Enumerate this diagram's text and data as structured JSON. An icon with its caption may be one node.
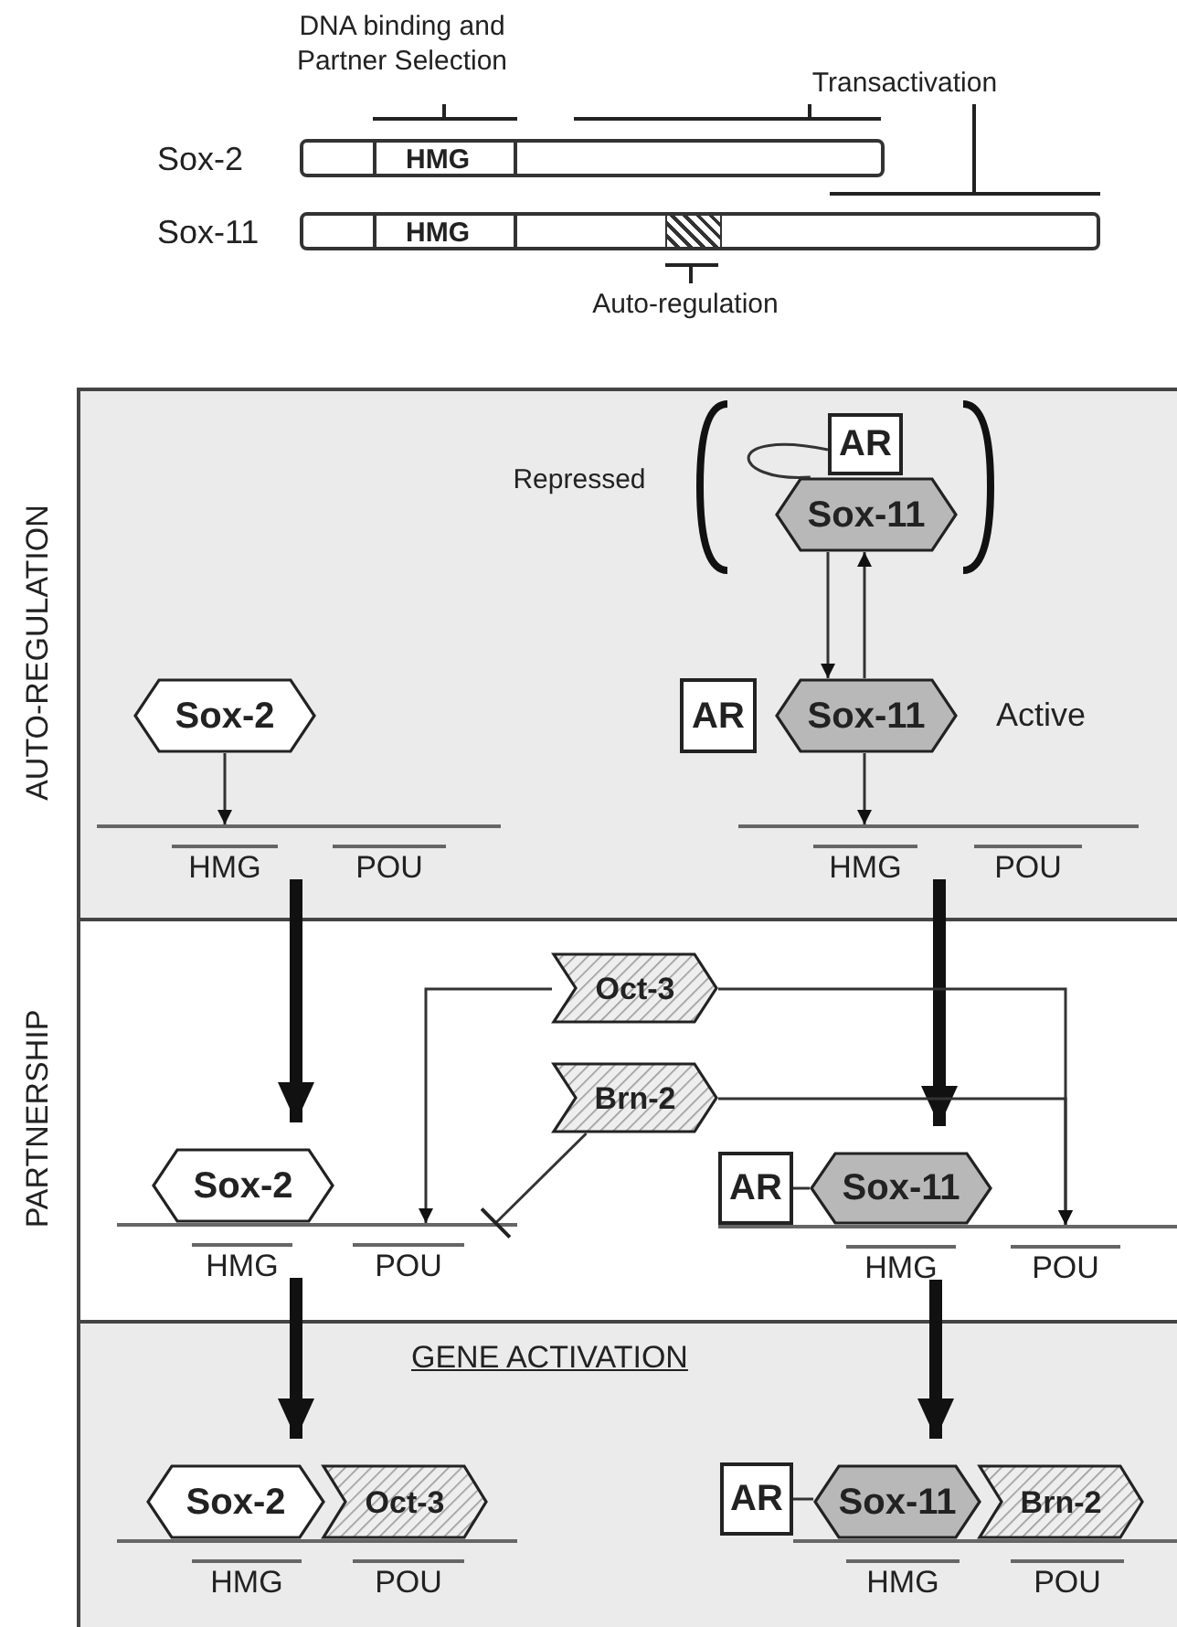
{
  "diagram": {
    "nodes": [
      {
        "text": [
          "HMG"
        ],
        "beside": [
          "Sox-2"
        ]
      },
      {
        "text": [
          "HMG"
        ],
        "beside": [
          "Sox-11"
        ]
      },
      {
        "text": [
          "AUTO-REGULATION"
        ]
      },
      {
        "text": [
          "PARTNERSHIP"
        ]
      },
      {
        "text": [
          "GENE ACTIVATION"
        ]
      },
      {
        "text": [
          "AR"
        ],
        "in": 2
      },
      {
        "text": [
          "Sox-11"
        ],
        "in": 2
      },
      {
        "text": [
          "Sox-2"
        ],
        "in": 2
      },
      {
        "text": [
          "HMG",
          "POU"
        ],
        "in": 2
      },
      {
        "text": [
          "AR"
        ],
        "in": 2
      },
      {
        "text": [
          "Sox-11"
        ],
        "in": 2,
        "beside": [
          "Active"
        ]
      },
      {
        "text": [
          "HMG",
          "POU"
        ],
        "in": 2
      },
      {
        "text": [
          "Oct-3"
        ],
        "in": 3
      },
      {
        "text": [
          "Brn-2"
        ],
        "in": 3
      },
      {
        "text": [
          "Sox-2"
        ],
        "in": 3
      },
      {
        "text": [
          "HMG",
          "POU"
        ],
        "in": 3
      },
      {
        "text": [
          "AR"
        ],
        "in": 3
      },
      {
        "text": [
          "Sox-11"
        ],
        "in": 3
      },
      {
        "text": [
          "HMG",
          "POU"
        ],
        "in": 3
      },
      {
        "text": [
          "Sox-2"
        ],
        "in": 4
      },
      {
        "text": [
          "Oct-3"
        ],
        "in": 4
      },
      {
        "text": [
          "HMG",
          "POU"
        ],
        "in": 4
      },
      {
        "text": [
          "AR"
        ],
        "in": 4
      },
      {
        "text": [
          "Sox-11"
        ],
        "in": 4
      },
      {
        "text": [
          "Brn-2"
        ],
        "in": 4
      },
      {
        "text": [
          "HMG",
          "POU"
        ],
        "in": 4
      }
    ],
    "edges": [
      {
        "from": 5,
        "to": 6,
        "arrow": "none"
      },
      {
        "from": 6,
        "to": 10,
        "arrow": "to"
      },
      {
        "from": 10,
        "to": 6,
        "arrow": "to"
      },
      {
        "from": 7,
        "to": 8,
        "arrow": "to"
      },
      {
        "from": 10,
        "to": 11,
        "arrow": "to"
      },
      {
        "from": 8,
        "to": 14,
        "arrow": "to",
        "style": "thick"
      },
      {
        "from": 11,
        "to": 17,
        "arrow": "to",
        "style": "thick"
      },
      {
        "from": 12,
        "to": 15,
        "arrow": "to"
      },
      {
        "from": 13,
        "to": 15,
        "arrow": "other"
      },
      {
        "from": 12,
        "to": 18,
        "arrow": "to"
      },
      {
        "from": 13,
        "to": 18,
        "arrow": "to"
      },
      {
        "from": 16,
        "to": 17,
        "arrow": "none"
      },
      {
        "from": 15,
        "to": 19,
        "arrow": "to",
        "style": "thick"
      },
      {
        "from": 18,
        "to": 23,
        "arrow": "to",
        "style": "thick"
      },
      {
        "from": 22,
        "to": 23,
        "arrow": "none"
      }
    ],
    "labels": [
      "DNA binding and Partner Selection",
      "Transactivation",
      "Auto-regulation",
      "Repressed"
    ]
  }
}
